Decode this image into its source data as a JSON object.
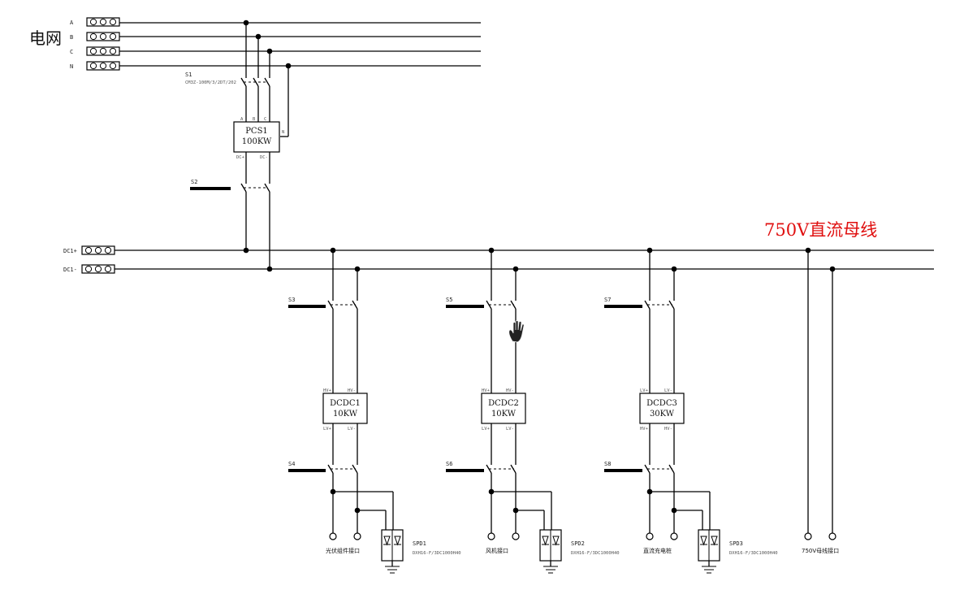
{
  "grid": {
    "label": "电网",
    "phases": [
      "A",
      "B",
      "C",
      "N"
    ]
  },
  "switches": {
    "s1": {
      "label": "S1",
      "model": "CM3Z-100M/3/2DT/202"
    },
    "s2": "S2",
    "s3": "S3",
    "s4": "S4",
    "s5": "S5",
    "s6": "S6",
    "s7": "S7",
    "s8": "S8"
  },
  "pcs": {
    "name": "PCS1",
    "power": "100KW",
    "pins_top": [
      "A",
      "B",
      "C"
    ],
    "pin_n": "N",
    "pins_bottom": [
      "DC+",
      "DC-"
    ]
  },
  "dc_bus": {
    "title": "750V直流母线",
    "pos_label": "DC1+",
    "neg_label": "DC1-"
  },
  "branches": [
    {
      "name": "DCDC1",
      "power": "10KW",
      "pins_top": [
        "HV+",
        "HV-"
      ],
      "pins_bottom": [
        "LV+",
        "LV-"
      ],
      "port": "光伏组件接口",
      "spd": "SPD1",
      "spd_model": "DXH16-F/3DC1000H40"
    },
    {
      "name": "DCDC2",
      "power": "10KW",
      "pins_top": [
        "HV+",
        "HV-"
      ],
      "pins_bottom": [
        "LV+",
        "LV-"
      ],
      "port": "风机接口",
      "spd": "SPD2",
      "spd_model": "DXH16-F/3DC1000H40"
    },
    {
      "name": "DCDC3",
      "power": "30KW",
      "pins_top": [
        "LV+",
        "LV-"
      ],
      "pins_bottom": [
        "HV+",
        "HV-"
      ],
      "port": "直流充电桩",
      "spd": "SPD3",
      "spd_model": "DXH16-F/3DC1000H40"
    }
  ],
  "bus_port": "750V母线接口"
}
